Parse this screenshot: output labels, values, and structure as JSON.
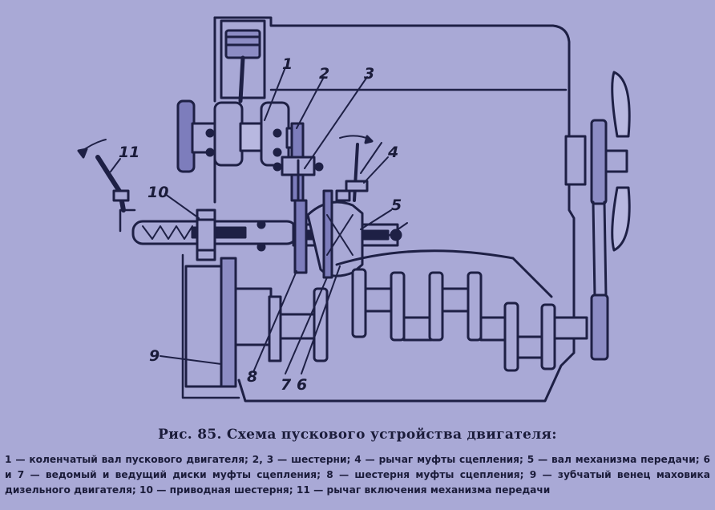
{
  "figure": {
    "callouts": [
      {
        "id": "1",
        "text": "1"
      },
      {
        "id": "2",
        "text": "2"
      },
      {
        "id": "3",
        "text": "3"
      },
      {
        "id": "4",
        "text": "4"
      },
      {
        "id": "5",
        "text": "5"
      },
      {
        "id": "6",
        "text": "6"
      },
      {
        "id": "7",
        "text": "7"
      },
      {
        "id": "8",
        "text": "8"
      },
      {
        "id": "9",
        "text": "9"
      },
      {
        "id": "10",
        "text": "10"
      },
      {
        "id": "11",
        "text": "11"
      }
    ]
  },
  "caption": {
    "title": "Рис. 85. Схема пускового устройства двигателя:",
    "legend": [
      "1 — коленчатый вал пускового двигателя;",
      "2, 3 — шестерни;",
      "4 — рычаг муфты сцепления;",
      "5 — вал механизма передачи;",
      "6 и 7 — ведомый и ведущий диски муфты сцепления;",
      "8 — шестерня муфты сцепления;",
      "9 — зубчатый венец маховика дизельного двигателя;",
      "10 — приводная шестерня;",
      "11 — рычаг включения механизма передачи"
    ]
  }
}
